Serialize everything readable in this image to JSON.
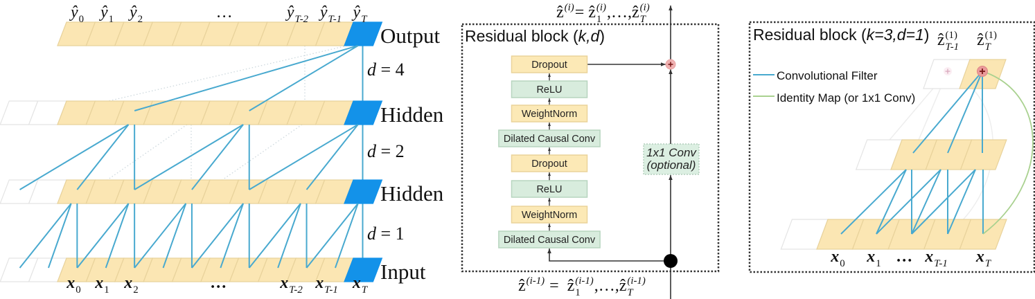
{
  "panel_a": {
    "layers": [
      {
        "id": "output",
        "name": "Output",
        "cells": 11,
        "padding_cells": 0,
        "highlight": "last"
      },
      {
        "id": "hidden-1",
        "name": "Hidden",
        "cells": 11,
        "padding_cells": 2,
        "highlight": "last"
      },
      {
        "id": "hidden-2",
        "name": "Hidden",
        "cells": 11,
        "padding_cells": 2,
        "highlight": "last"
      },
      {
        "id": "input",
        "name": "Input",
        "cells": 11,
        "padding_cells": 2,
        "highlight": "last"
      }
    ],
    "dilations": [
      {
        "var": "d",
        "rest": " = 4"
      },
      {
        "var": "d",
        "rest": " = 2"
      },
      {
        "var": "d",
        "rest": " = 1"
      }
    ],
    "connections": [
      {
        "dilation": 4,
        "kernel_offsets": [
          0,
          4,
          8
        ],
        "active_outputs": [
          10
        ]
      },
      {
        "dilation": 2,
        "kernel_offsets": [
          0,
          2,
          4
        ],
        "active_outputs": [
          2,
          6,
          10
        ]
      },
      {
        "dilation": 1,
        "kernel_offsets": [
          0,
          1,
          2
        ],
        "active_outputs": [
          0,
          2,
          4,
          6,
          8,
          10
        ]
      }
    ],
    "output_labels": [
      [
        {
          "t": "ŷ",
          "sub": "0"
        }
      ],
      [
        {
          "t": "ŷ",
          "sub": "1"
        }
      ],
      [
        {
          "t": "ŷ",
          "sub": "2"
        }
      ],
      [
        {
          "t": "…"
        }
      ],
      [
        {
          "t": "ŷ",
          "sub": "T-2"
        }
      ],
      [
        {
          "t": "ŷ",
          "sub": "T-1"
        }
      ],
      [
        {
          "t": "ŷ",
          "sub": "T"
        }
      ]
    ],
    "input_labels": [
      [
        {
          "t": "x",
          "sub": "0"
        }
      ],
      [
        {
          "t": "x",
          "sub": "1"
        }
      ],
      [
        {
          "t": "x",
          "sub": "2"
        }
      ],
      [
        {
          "t": "…"
        }
      ],
      [
        {
          "t": "x",
          "sub": "T-2"
        }
      ],
      [
        {
          "t": "x",
          "sub": "T-1"
        }
      ],
      [
        {
          "t": "x",
          "sub": "T"
        }
      ]
    ]
  },
  "panel_b": {
    "title": {
      "prefix": "Residual block (",
      "args": "k,d",
      "suffix": ")"
    },
    "output_formula": [
      {
        "t": "ẑ",
        "sup": "(i)"
      },
      {
        "t": "= "
      },
      {
        "t": "ẑ",
        "sub": "1",
        "sup": "(i)"
      },
      {
        "t": ",…,"
      },
      {
        "t": "ẑ",
        "sub": "T",
        "sup": "(i)"
      }
    ],
    "input_formula": [
      {
        "t": "ẑ",
        "sup": "(i-1)"
      },
      {
        "t": " =  "
      },
      {
        "t": "ẑ",
        "sub": "1",
        "sup": "(i-1)"
      },
      {
        "t": ",…,"
      },
      {
        "t": "ẑ",
        "sub": "T",
        "sup": "(i-1)"
      }
    ],
    "blocks": [
      {
        "label": "Dropout",
        "kind": "yellow"
      },
      {
        "label": "ReLU",
        "kind": "green"
      },
      {
        "label": "WeightNorm",
        "kind": "yellow"
      },
      {
        "label": "Dilated Causal Conv",
        "kind": "green"
      },
      {
        "label": "Dropout",
        "kind": "yellow"
      },
      {
        "label": "ReLU",
        "kind": "green"
      },
      {
        "label": "WeightNorm",
        "kind": "yellow"
      },
      {
        "label": "Dilated Causal Conv",
        "kind": "green"
      }
    ],
    "skip_connection": {
      "line1": "1x1 Conv",
      "line2": "(optional)"
    }
  },
  "panel_c": {
    "title": {
      "prefix": "Residual block (",
      "args": "k=3,d=1",
      "suffix": ")"
    },
    "kernel_size": 3,
    "dilation": 1,
    "legend": [
      {
        "label": "Convolutional Filter",
        "color": "#48a9cf"
      },
      {
        "label": "Identity Map (or 1x1 Conv)",
        "color": "#a9d18f"
      }
    ],
    "output_labels": [
      [
        {
          "t": "ẑ",
          "sub": "T-1",
          "sup": "(1)"
        }
      ],
      [
        {
          "t": "ẑ",
          "sub": "T",
          "sup": "(1)"
        }
      ]
    ],
    "input_labels": [
      [
        {
          "t": "x",
          "sub": "0"
        }
      ],
      [
        {
          "t": "x",
          "sub": "1"
        }
      ],
      [
        {
          "t": "…"
        }
      ],
      [
        {
          "t": "x",
          "sub": "T-1"
        }
      ],
      [
        {
          "t": "x",
          "sub": "T"
        }
      ]
    ]
  },
  "colors": {
    "cell_fill": "#fbe6b3",
    "cell_stroke": "#e8d29b",
    "padding_stroke": "#e4e4e4",
    "active_cell": "#1392e9",
    "conv_line": "#48a9cf",
    "identity_line": "#a9d18f",
    "block_yellow": "#fce9b6",
    "block_yellow_stroke": "#ead39a",
    "block_green": "#d8ecdd",
    "block_green_stroke": "#b7d5bf",
    "skip_fill": "#dcefe2",
    "add_node": "#f0b1b1",
    "add_symbol": "#7a1a1a",
    "dotted_hint": "#cdd8dd"
  }
}
